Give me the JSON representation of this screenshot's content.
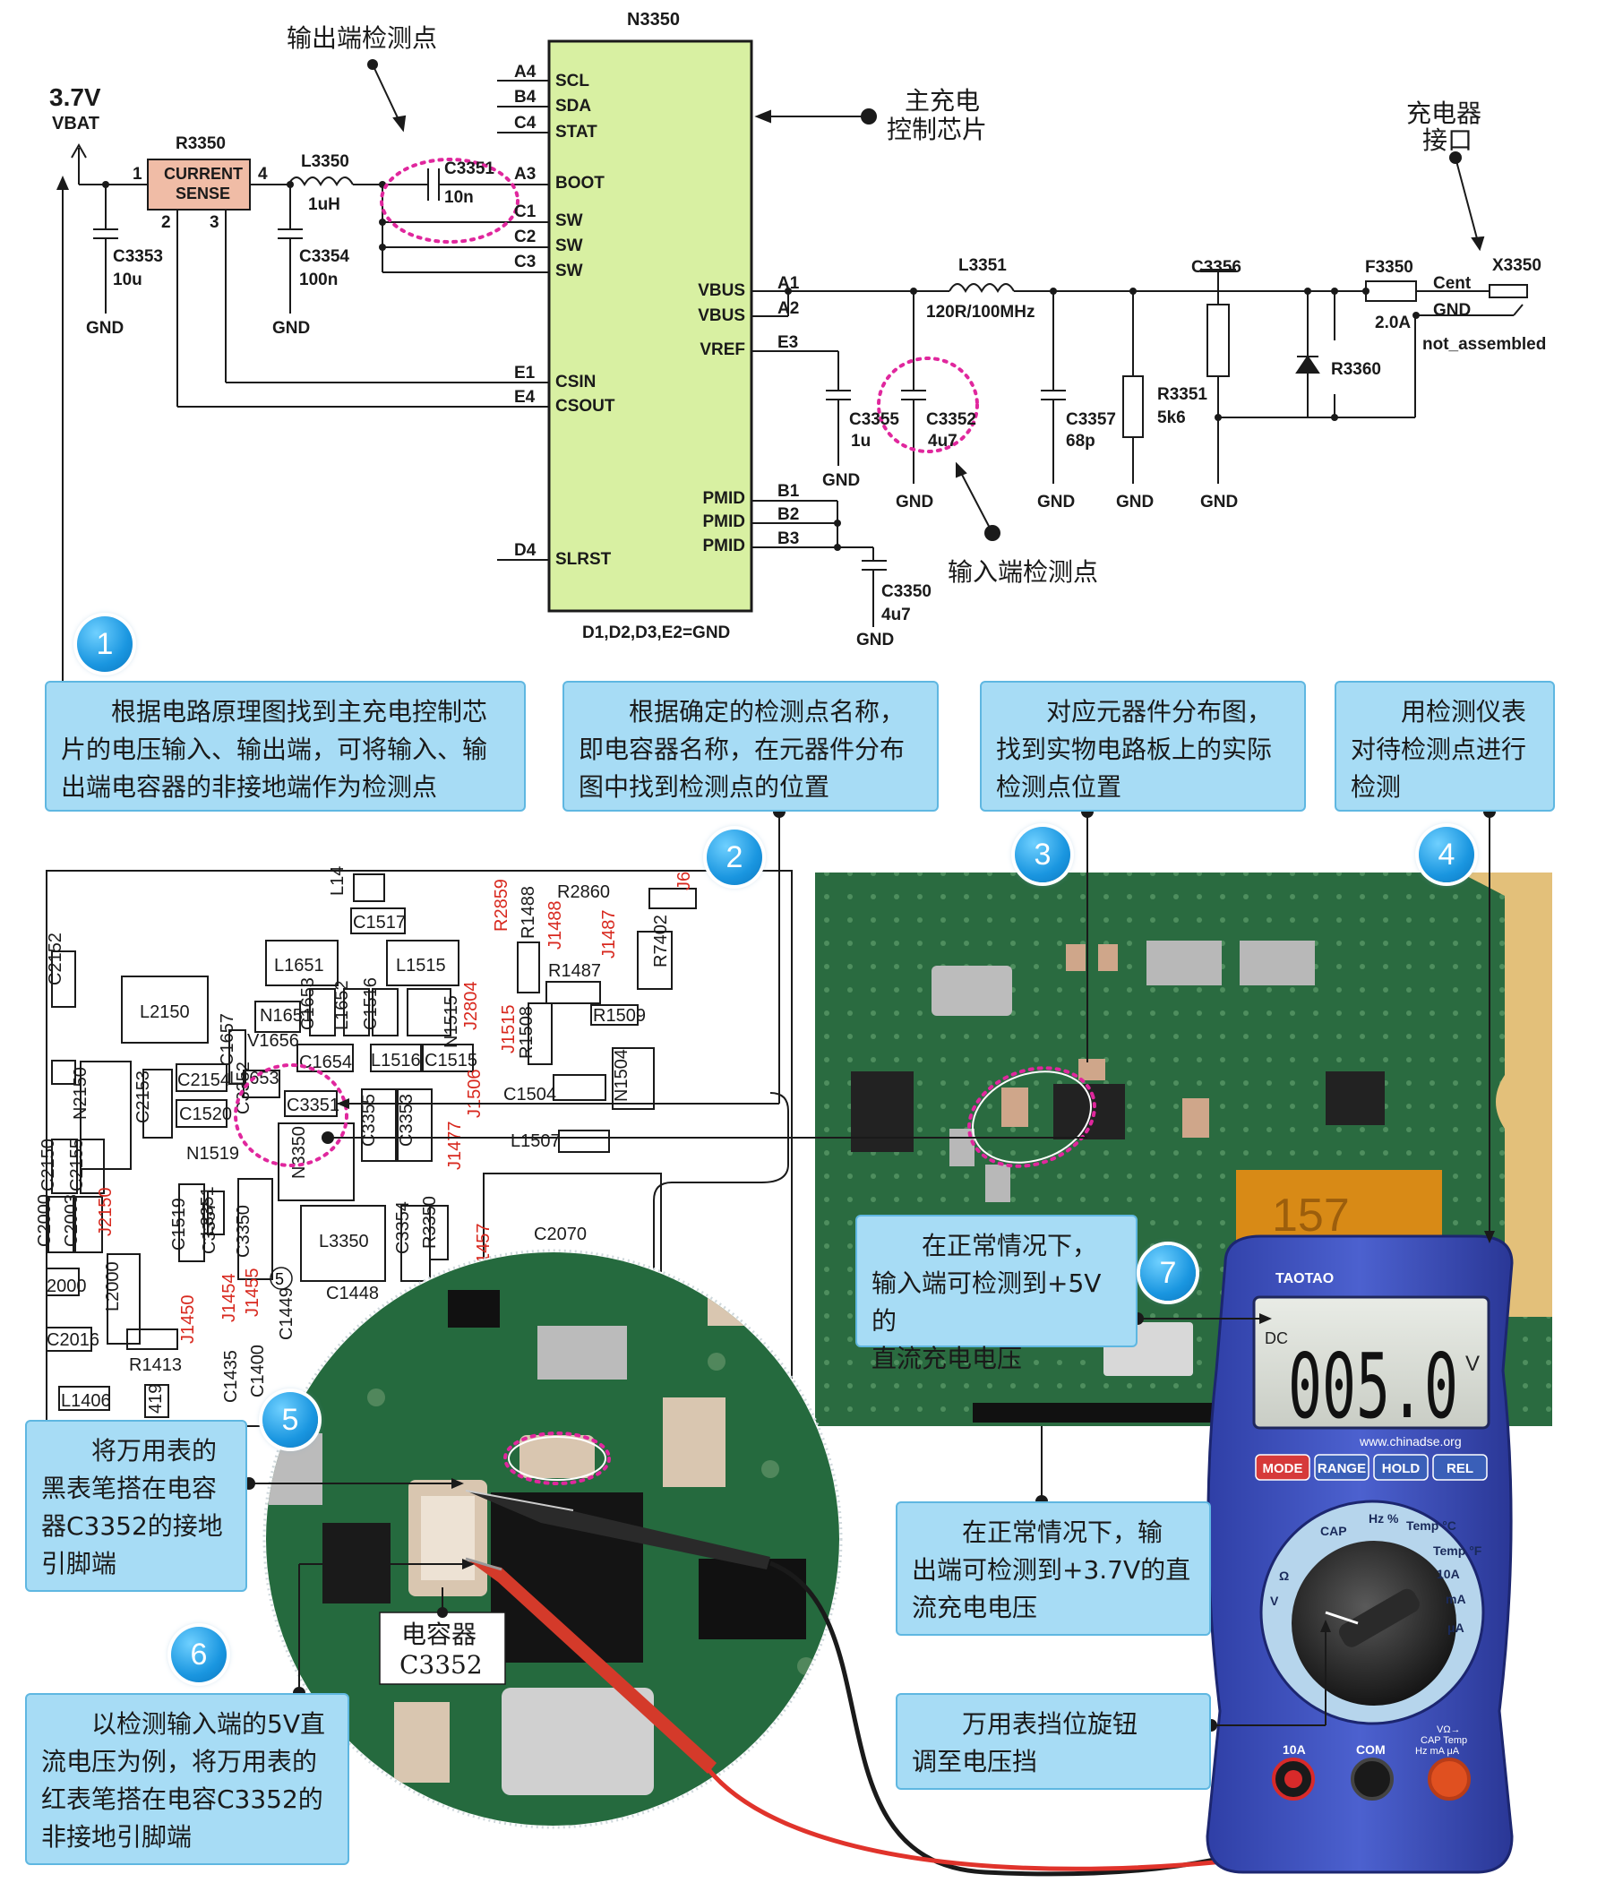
{
  "schematic": {
    "chip_name": "N3350",
    "vbat_voltage": "3.7V",
    "vbat_label": "VBAT",
    "r3350": "R3350",
    "current_sense_1": "CURRENT",
    "current_sense_2": "SENSE",
    "l3350": "L3350",
    "l3350_val": "1uH",
    "c3353": "C3353",
    "c3353_val": "10u",
    "c3354": "C3354",
    "c3354_val": "100n",
    "c3351": "C3351",
    "c3351_val": "10n",
    "pins_left": [
      "SCL",
      "SDA",
      "STAT",
      "BOOT",
      "SW",
      "SW",
      "SW",
      "CSIN",
      "CSOUT",
      "SLRST"
    ],
    "pins_left_ext": [
      "A4",
      "B4",
      "C4",
      "A3",
      "C1",
      "C2",
      "C3",
      "E1",
      "E4",
      "D4"
    ],
    "pins_right": [
      "VBUS",
      "VBUS",
      "VREF",
      "PMID",
      "PMID",
      "PMID"
    ],
    "pins_right_ext": [
      "A1",
      "A2",
      "E3",
      "B1",
      "B2",
      "B3"
    ],
    "gnd_note": "D1,D2,D3,E2=GND",
    "l3351": "L3351",
    "l3351_val": "120R/100MHz",
    "c3356": "C3356",
    "f3350": "F3350",
    "f3350_val": "2.0A",
    "x3350": "X3350",
    "cent": "Cent",
    "gnd_label": "GND",
    "not_assembled": "not_assembled",
    "r3360": "R3360",
    "r3351": "R3351",
    "r3351_val": "5k6",
    "c3355": "C3355",
    "c3355_val": "1u",
    "c3352": "C3352",
    "c3352_val": "4u7",
    "c3357": "C3357",
    "c3357_val": "68p",
    "c3350": "C3350",
    "c3350_val": "4u7",
    "pin1": "1",
    "pin2": "2",
    "pin3": "3",
    "pin4": "4"
  },
  "annotations": {
    "output_point": "输出端检测点",
    "main_chip_1": "主充电",
    "main_chip_2": "控制芯片",
    "charger_1": "充电器",
    "charger_2": "接口",
    "input_point": "输入端检测点",
    "capacitor_label_1": "电容器",
    "capacitor_label_2": "C3352"
  },
  "steps": {
    "numbers": [
      "1",
      "2",
      "3",
      "4",
      "5",
      "6",
      "7"
    ],
    "step1": [
      "　　根据电路原理图找到主充电控制芯",
      "片的电压输入、输出端，可将输入、输",
      "出端电容器的非接地端作为检测点"
    ],
    "step2": [
      "　　根据确定的检测点名称，",
      "即电容器名称，在元器件分布",
      "图中找到检测点的位置"
    ],
    "step3": [
      "　　对应元器件分布图，",
      "找到实物电路板上的实际",
      "检测点位置"
    ],
    "step4": [
      "　　用检测仪表",
      "对待检测点进行",
      "检测"
    ],
    "step5": [
      "　　将万用表的",
      "黑表笔搭在电容",
      "器C3352的接地",
      "引脚端"
    ],
    "step6": [
      "　　以检测输入端的5V直",
      "流电压为例，将万用表的",
      "红表笔搭在电容C3352的",
      "非接地引脚端"
    ],
    "step7": [
      "　　在正常情况下，",
      "输入端可检测到+5V的",
      "直流充电电压"
    ],
    "output_note": [
      "　　在正常情况下，输",
      "出端可检测到+3.7V的直",
      "流充电电压"
    ],
    "dial_note": [
      "　　万用表挡位旋钮",
      "调至电压挡"
    ]
  },
  "layout_labels": {
    "top_row": [
      "L14",
      "C1517",
      "R2859",
      "R1488",
      "R2860",
      "J6"
    ],
    "parts": [
      "L1651",
      "L1515",
      "L2150",
      "N1651",
      "C1653",
      "L1652",
      "C1516",
      "N1515",
      "J2804",
      "R1487",
      "J1488",
      "J1487",
      "R7402",
      "R1509",
      "C2152",
      "C1657",
      "V1656",
      "C1654",
      "L1516",
      "C1515",
      "R1508",
      "J1515",
      "N1504",
      "N2150",
      "C2153",
      "C2154",
      "L1653",
      "C1520",
      "C3351",
      "C3352",
      "N3350",
      "C3355",
      "C3353",
      "J1506",
      "C1504",
      "J1477",
      "L1507",
      "C2150",
      "C2155",
      "N1519",
      "C1519",
      "L3351",
      "C3357",
      "C3350",
      "J2150",
      "R3350",
      "C3354",
      "L3350",
      "C2070",
      "C2003",
      "C2000",
      "L2000",
      "J1454",
      "J1455",
      "J1450",
      "J1457",
      "C1449",
      "C1448",
      "R1413",
      "C1435",
      "C1400",
      "C2016",
      "L1406",
      "2000",
      "419"
    ],
    "circled5": "5"
  },
  "pcb_photo": {
    "tantalum_text": "157"
  },
  "multimeter": {
    "brand": "TAOTAO",
    "mode_label": "DC",
    "reading": "005.0",
    "unit": "V",
    "website": "www.chinadse.org",
    "buttons": [
      "MODE",
      "RANGE",
      "HOLD",
      "REL"
    ],
    "button_colors": [
      "#d63a3a",
      "#3a5fb8",
      "#3a5fb8",
      "#3a5fb8"
    ],
    "dial_labels": [
      "CAP",
      "Hz %",
      "Temp °C",
      "Temp °F",
      "10A",
      "mA",
      "μA",
      "Ω",
      "V"
    ],
    "jack_10a": "10A",
    "jack_com": "COM",
    "jack_v_1": "VΩ→",
    "jack_v_2": "CAP Temp",
    "jack_v_3": "Hz mA μA"
  }
}
